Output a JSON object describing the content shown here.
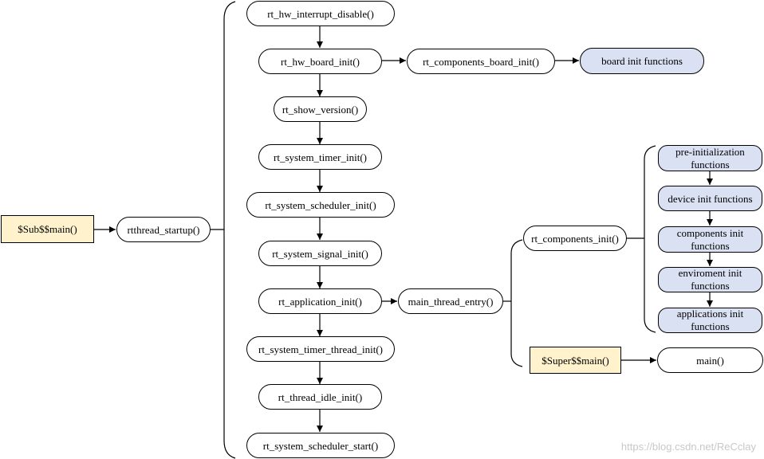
{
  "colors": {
    "line": "#000000",
    "node_fill": "#ffffff",
    "function_group_fill": "#dae1f3",
    "entry_fill": "#fff2cc",
    "watermark": "#c8c8c8"
  },
  "nodes": {
    "sub_main": "$Sub$$main()",
    "rtthread_startup": "rtthread_startup()",
    "hw_interrupt_disable": "rt_hw_interrupt_disable()",
    "hw_board_init": "rt_hw_board_init()",
    "components_board_init": "rt_components_board_init()",
    "board_init_functions": "board init functions",
    "show_version": "rt_show_version()",
    "system_timer_init": "rt_system_timer_init()",
    "system_scheduler_init": "rt_system_scheduler_init()",
    "system_signal_init": "rt_system_signal_init()",
    "application_init": "rt_application_init()",
    "main_thread_entry": "main_thread_entry()",
    "system_timer_thread_init": "rt_system_timer_thread_init()",
    "thread_idle_init": "rt_thread_idle_init()",
    "system_scheduler_start": "rt_system_scheduler_start()",
    "components_init": "rt_components_init()",
    "pre_init_functions": "pre-initialization functions",
    "device_init_functions": "device init functions",
    "components_init_functions": "components init functions",
    "environment_init_functions": "enviroment init functions",
    "applications_init_functions": "applications init functions",
    "super_main": "$Super$$main()",
    "main": "main()"
  },
  "watermark": "https://blog.csdn.net/ReCclay"
}
